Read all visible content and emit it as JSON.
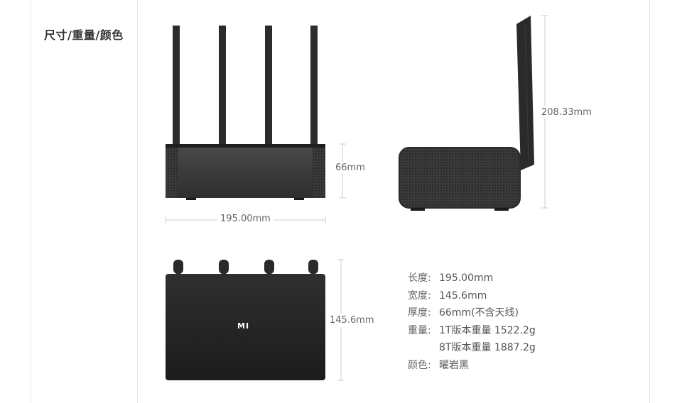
{
  "section": {
    "title": "尺寸/重量/颜色"
  },
  "dimensions": {
    "front_height": "66mm",
    "front_width": "195.00mm",
    "side_height": "208.33mm",
    "top_depth": "145.6mm"
  },
  "router": {
    "logo_text": "MI"
  },
  "specs": {
    "length": {
      "label": "长度:",
      "value": "195.00mm"
    },
    "width": {
      "label": "宽度:",
      "value": "145.6mm"
    },
    "thickness": {
      "label": "厚度:",
      "value": "66mm(不含天线)"
    },
    "weight": {
      "label": "重量:",
      "value_1t": "1T版本重量 1522.2g",
      "value_8t": "8T版本重量 1887.2g"
    },
    "color": {
      "label": "颜色:",
      "value": "曜岩黑"
    }
  },
  "colors": {
    "body": "#2b2b2b",
    "line": "#cccccc",
    "text": "#666666"
  }
}
